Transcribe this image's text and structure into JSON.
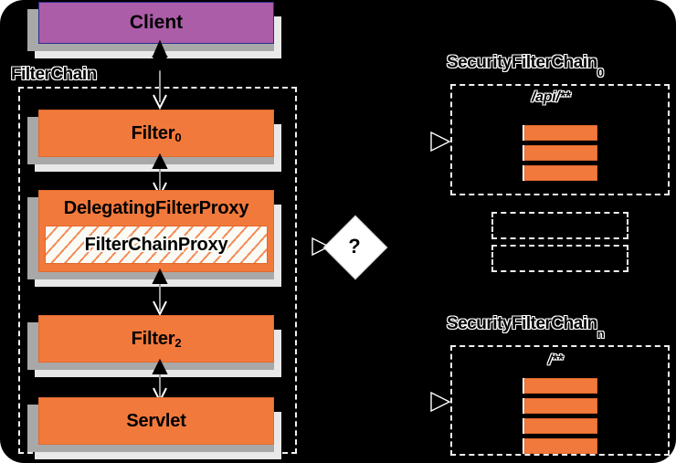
{
  "diagram": {
    "title": "Spring Security FilterChain / SecurityFilterChain overview",
    "colors": {
      "background": "#000000",
      "filter_orange": "#f2793c",
      "client_purple": "#ac5da8",
      "client_border": "#2b2b8f",
      "dashed_border": "#f0f0f0",
      "shadow_mid": "#a8a8a8",
      "shadow_light": "#e8e8e8",
      "hatch_fill": "#fbfbf6"
    }
  },
  "left": {
    "client": {
      "label": "Client"
    },
    "container_label": "FilterChain",
    "filter0": {
      "label": "Filter",
      "index": "0"
    },
    "delegating_proxy": {
      "label": "DelegatingFilterProxy"
    },
    "filter_chain_proxy": {
      "label": "FilterChainProxy"
    },
    "filter2": {
      "label": "Filter",
      "index": "2"
    },
    "servlet": {
      "label": "Servlet"
    }
  },
  "middle": {
    "decision": {
      "label": "?"
    }
  },
  "right": {
    "chain_first": {
      "title": "SecurityFilterChain",
      "index": "0",
      "pattern": "/api/**",
      "filter_count": 3
    },
    "chain_placeholder_rows": 2,
    "chain_last": {
      "title": "SecurityFilterChain",
      "index": "n",
      "pattern": "/**",
      "filter_count": 4
    }
  },
  "icons": {
    "arrow_up_filled": "arrow-up-filled-icon",
    "arrow_down_hollow": "arrow-down-hollow-icon",
    "arrow_right_hollow": "arrow-right-hollow-icon",
    "decision_diamond": "decision-diamond-icon"
  }
}
